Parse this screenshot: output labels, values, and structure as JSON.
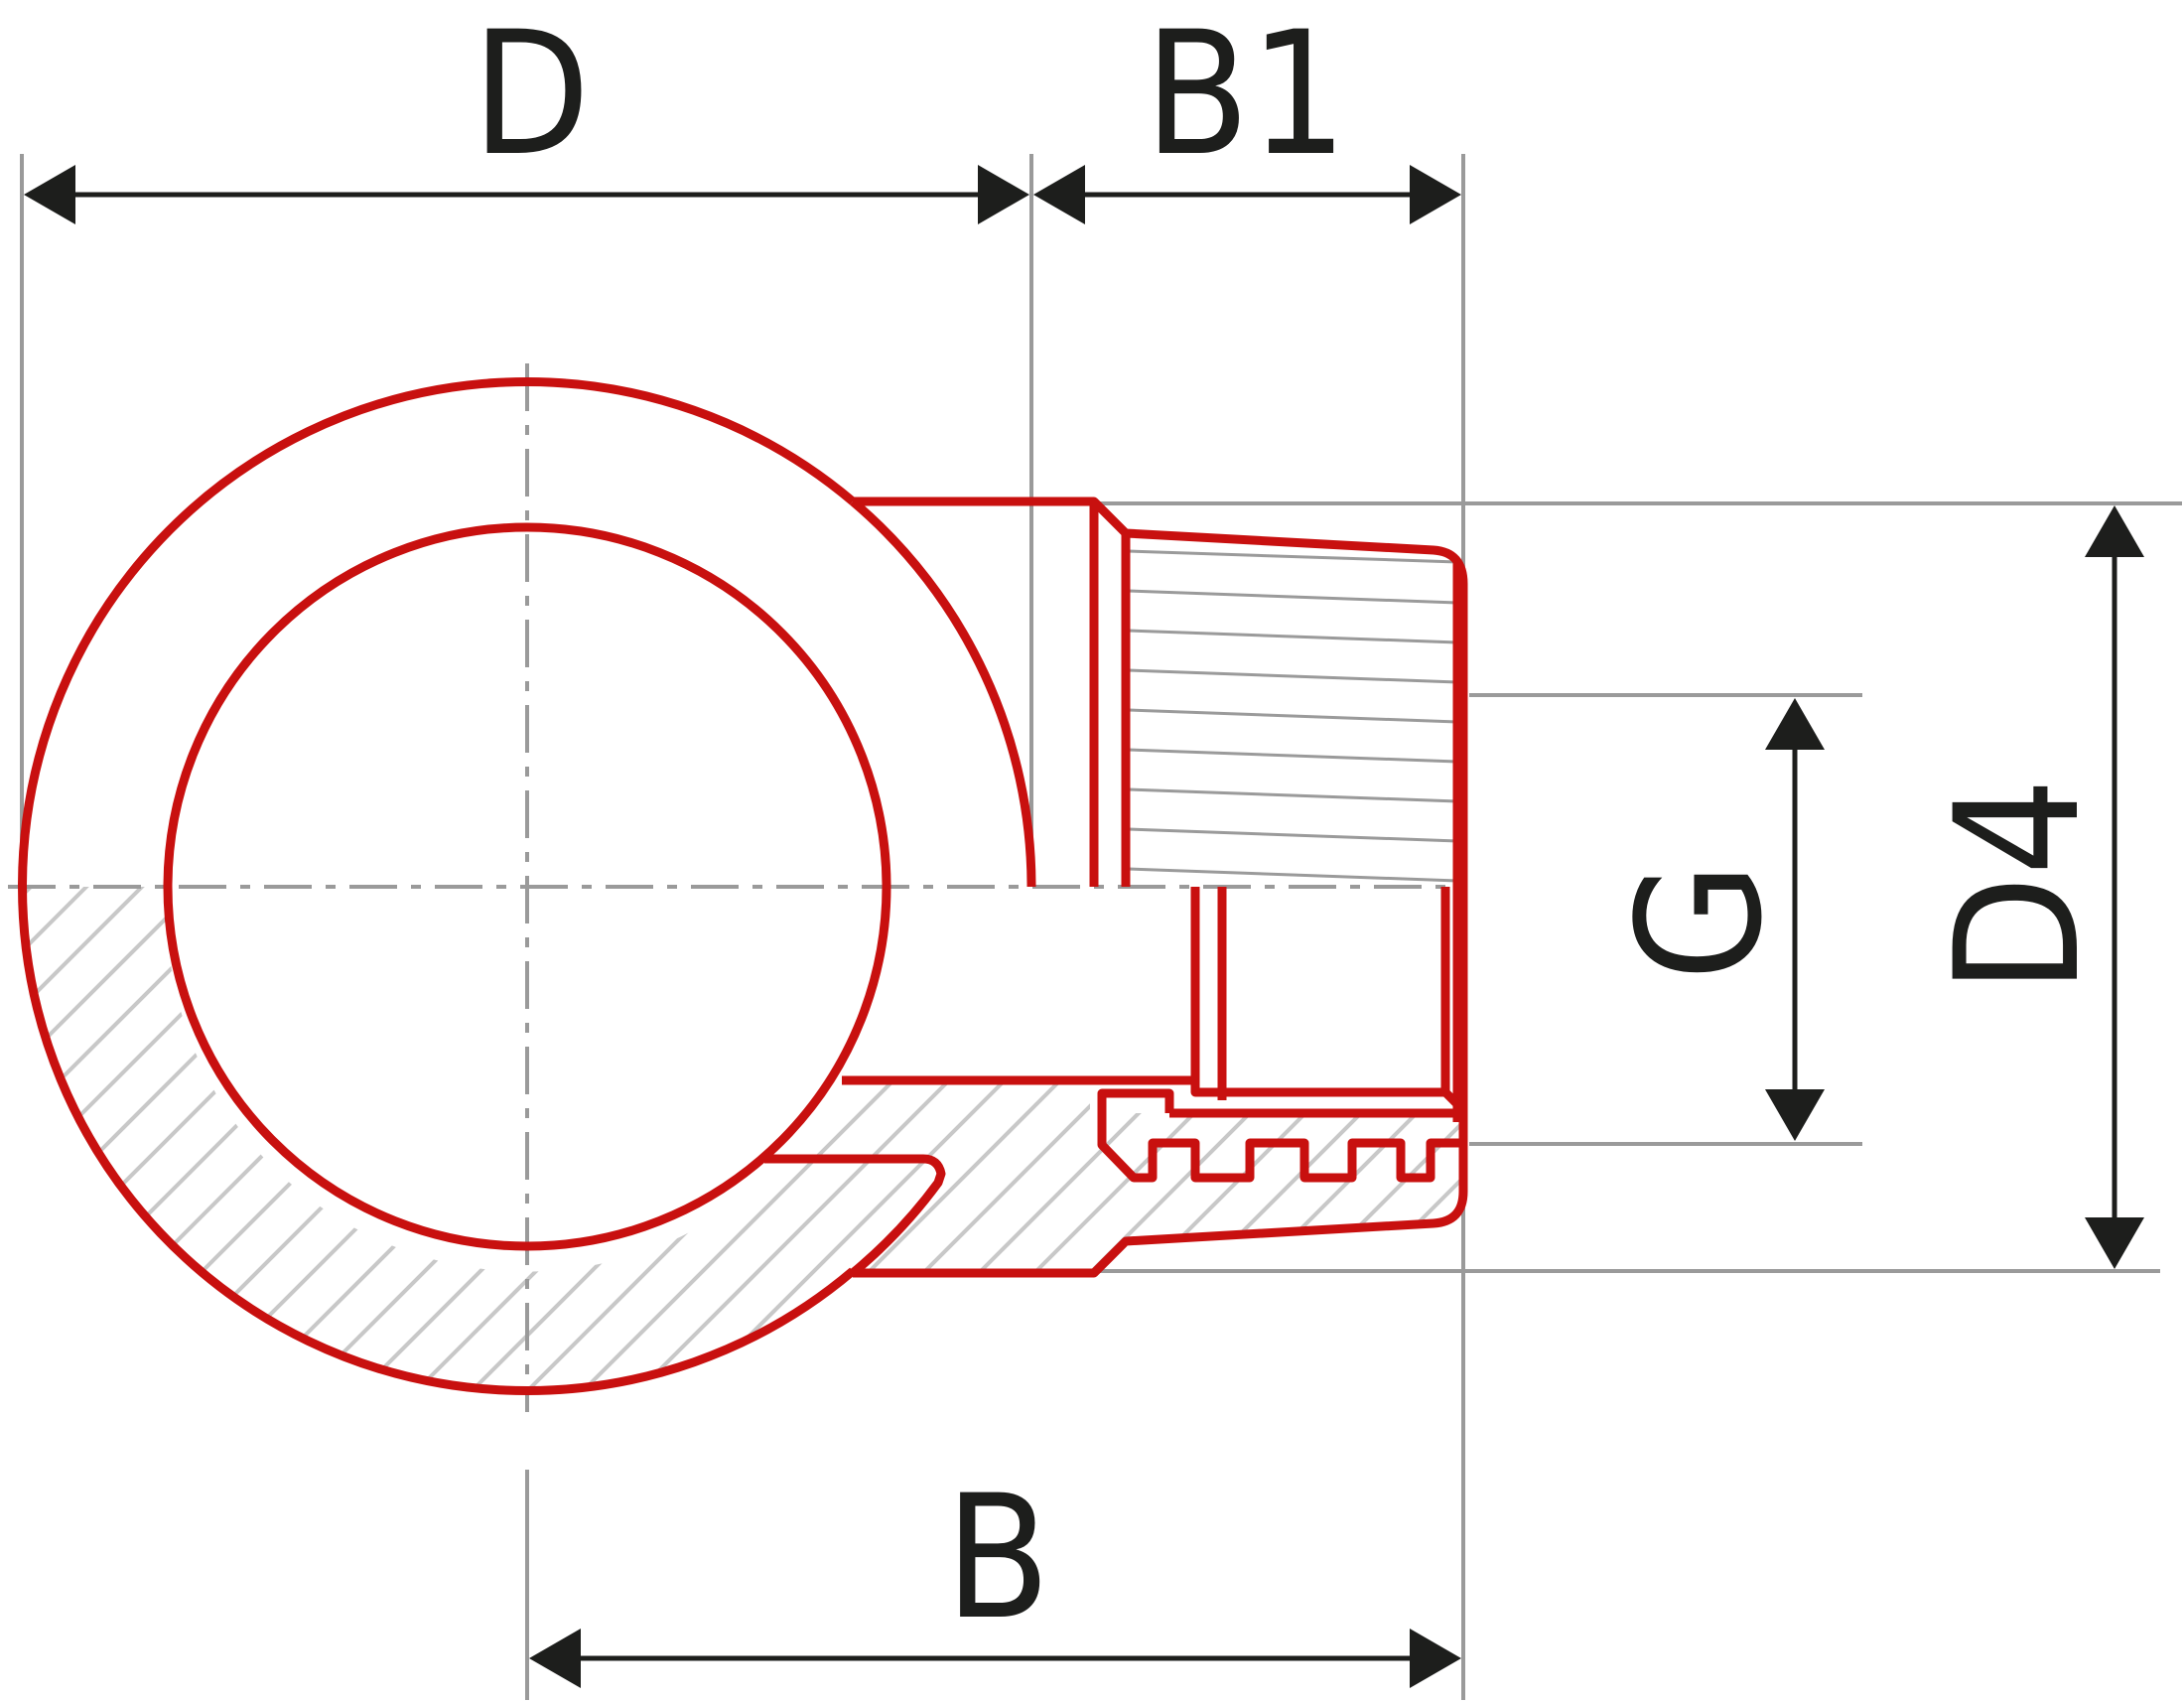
{
  "labels": {
    "d": "D",
    "b1": "B1",
    "g": "G",
    "d4": "D4",
    "b": "B"
  },
  "colors": {
    "part_outline": "#c8100f",
    "dimension": "#1d1e1c",
    "extension_line": "#9a9a9a",
    "hatch": "#c8c8c8"
  }
}
